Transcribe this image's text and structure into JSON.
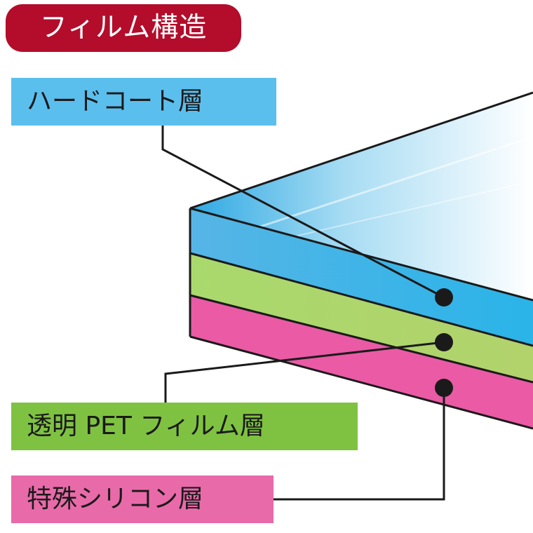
{
  "title": "フィルム構造",
  "colors": {
    "title_bg": "#b30d2b",
    "hardcoat": "#4fb9e8",
    "pet": "#a6d56c",
    "silicone": "#ea5aa5",
    "label_hardcoat_bg": "#5bbfee",
    "label_pet_bg": "#7fc242",
    "label_silicone_bg": "#e96aa9"
  },
  "layers": [
    {
      "id": "hardcoat",
      "label": "ハードコート層"
    },
    {
      "id": "pet",
      "label": "透明 PET フィルム層"
    },
    {
      "id": "silicone",
      "label": "特殊シリコン層"
    }
  ]
}
